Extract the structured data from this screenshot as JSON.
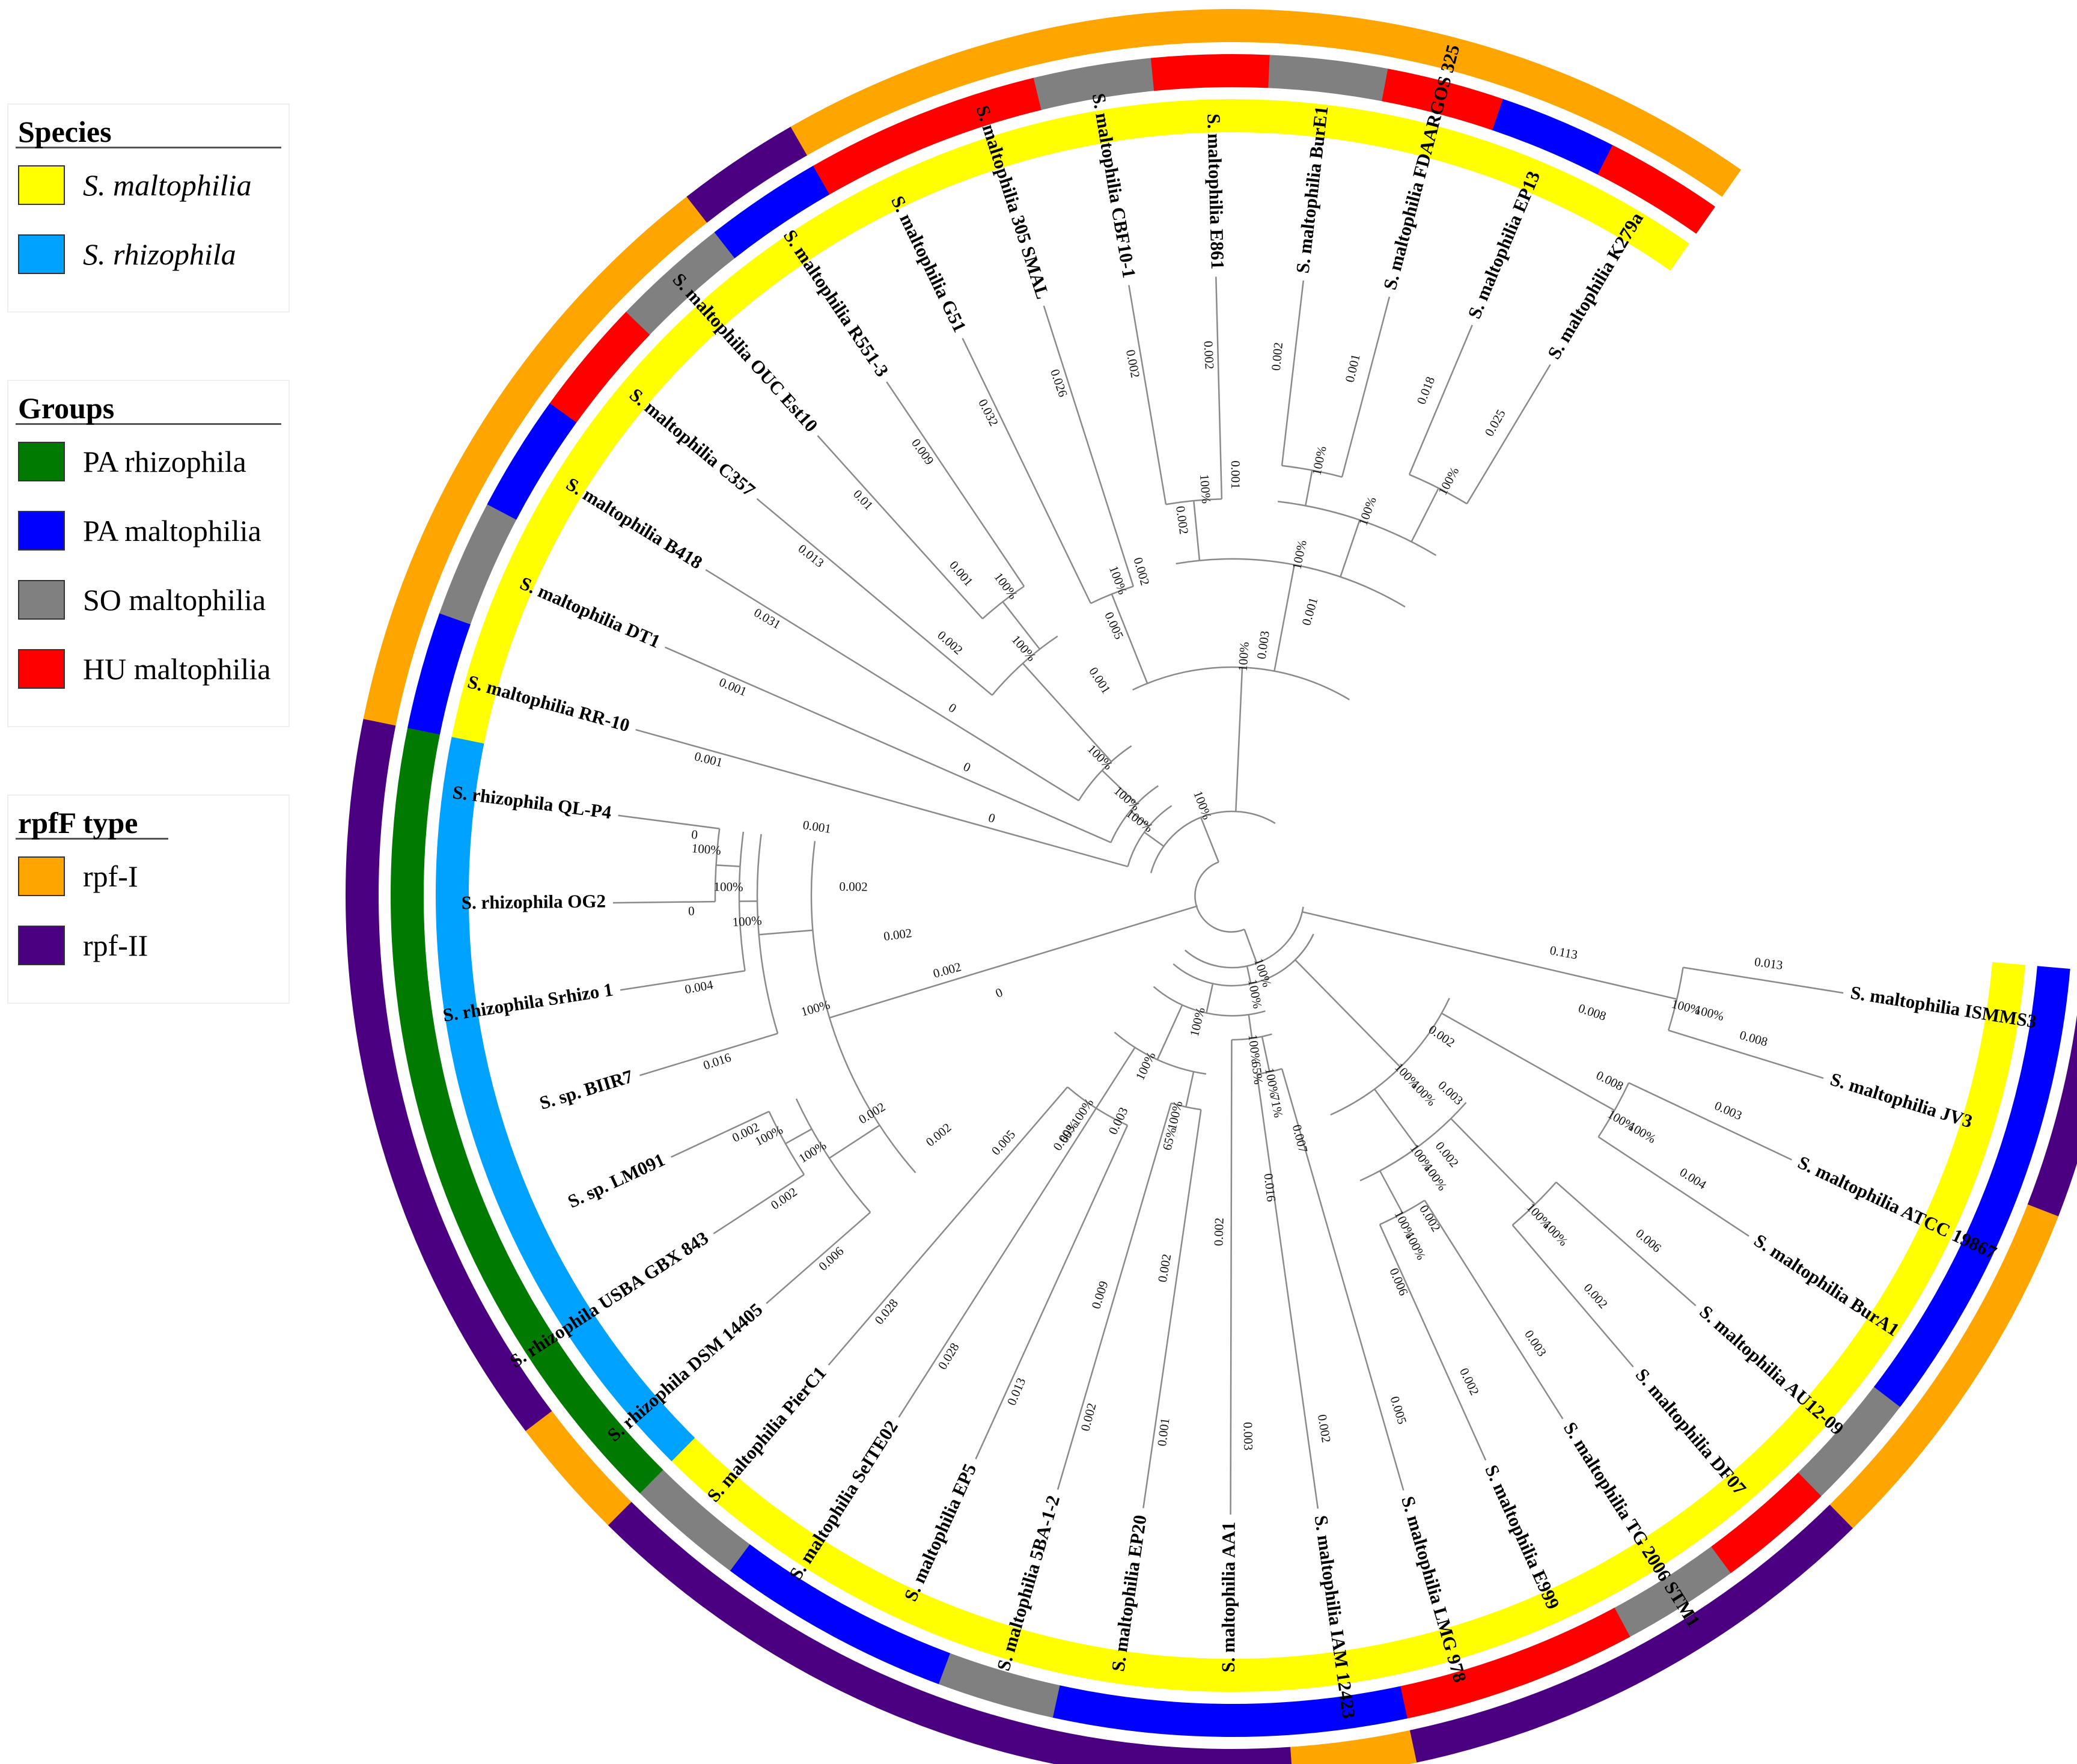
{
  "legends": [
    {
      "title": "Species",
      "italic": true,
      "items": [
        {
          "label": "S. maltophilia",
          "color": "#ffff00"
        },
        {
          "label": "S. rhizophila",
          "color": "#00a2ff"
        }
      ]
    },
    {
      "title": "Groups",
      "italic": false,
      "items": [
        {
          "label": "PA rhizophila",
          "color": "#007a00"
        },
        {
          "label": "PA maltophilia",
          "color": "#0000ff"
        },
        {
          "label": "SO maltophilia",
          "color": "#808080"
        },
        {
          "label": "HU maltophilia",
          "color": "#ff0000"
        }
      ]
    },
    {
      "title": "rpfF type",
      "italic": false,
      "items": [
        {
          "label": "rpf-I",
          "color": "#ffa500"
        },
        {
          "label": "rpf-II",
          "color": "#4b0082"
        }
      ]
    }
  ],
  "tree": {
    "leaves": [
      {
        "name": "S. maltophilia ISMMS3",
        "group": "PA maltophilia",
        "rpf": "rpf-II"
      },
      {
        "name": "S. maltophilia JV3",
        "group": "PA maltophilia",
        "rpf": "rpf-II"
      },
      {
        "name": "S. maltophilia ATCC 19867",
        "group": "PA maltophilia",
        "rpf": "rpf-I"
      },
      {
        "name": "S. maltophilia BurA1",
        "group": "PA maltophilia",
        "rpf": "rpf-I"
      },
      {
        "name": "S. maltophilia AU12-09",
        "group": "SO maltophilia",
        "rpf": "rpf-I"
      },
      {
        "name": "S. maltophilia DF07",
        "group": "HU maltophilia",
        "rpf": "rpf-II"
      },
      {
        "name": "S. maltophilia TG 2006 STM1",
        "group": "SO maltophilia",
        "rpf": "rpf-II"
      },
      {
        "name": "S. maltophilia E999",
        "group": "HU maltophilia",
        "rpf": "rpf-II"
      },
      {
        "name": "S. maltophilia LMG 978",
        "group": "HU maltophilia",
        "rpf": "rpf-II"
      },
      {
        "name": "S. maltophilia IAM 12423",
        "group": "PA maltophilia",
        "rpf": "rpf-I"
      },
      {
        "name": "S. maltophilia AA1",
        "group": "PA maltophilia",
        "rpf": "rpf-II"
      },
      {
        "name": "S. maltophilia EP20",
        "group": "PA maltophilia",
        "rpf": "rpf-II"
      },
      {
        "name": "S. maltophilia 5BA-1-2",
        "group": "SO maltophilia",
        "rpf": "rpf-II"
      },
      {
        "name": "S. maltophilia EP5",
        "group": "PA maltophilia",
        "rpf": "rpf-II"
      },
      {
        "name": "S. maltophilia SeITE02",
        "group": "PA maltophilia",
        "rpf": "rpf-II"
      },
      {
        "name": "S. maltophilia PierC1",
        "group": "SO maltophilia",
        "rpf": "rpf-II"
      },
      {
        "name": "S. rhizophila DSM 14405",
        "group": "PA rhizophila",
        "rpf": "rpf-I"
      },
      {
        "name": "S. rhizophila USBA GBX 843",
        "group": "PA rhizophila",
        "rpf": "rpf-II"
      },
      {
        "name": "S. sp. LM091",
        "group": "PA rhizophila",
        "rpf": "rpf-II"
      },
      {
        "name": "S. sp. BIIR7",
        "group": "PA rhizophila",
        "rpf": "rpf-II"
      },
      {
        "name": "S. rhizophila Srhizo 1",
        "group": "PA rhizophila",
        "rpf": "rpf-II"
      },
      {
        "name": "S. rhizophila OG2",
        "group": "PA rhizophila",
        "rpf": "rpf-II"
      },
      {
        "name": "S. rhizophila QL-P4",
        "group": "PA rhizophila",
        "rpf": "rpf-II"
      },
      {
        "name": "S. maltophilia RR-10",
        "group": "PA maltophilia",
        "rpf": "rpf-I"
      },
      {
        "name": "S. maltophilia DT1",
        "group": "SO maltophilia",
        "rpf": "rpf-I"
      },
      {
        "name": "S. maltophilia B418",
        "group": "PA maltophilia",
        "rpf": "rpf-I"
      },
      {
        "name": "S. maltophilia C357",
        "group": "HU maltophilia",
        "rpf": "rpf-I"
      },
      {
        "name": "S. maltophilia OUC Est10",
        "group": "SO maltophilia",
        "rpf": "rpf-I"
      },
      {
        "name": "S. maltophilia R551-3",
        "group": "PA maltophilia",
        "rpf": "rpf-II"
      },
      {
        "name": "S. maltophilia G51",
        "group": "HU maltophilia",
        "rpf": "rpf-I"
      },
      {
        "name": "S. maltophilia 305 SMAL",
        "group": "HU maltophilia",
        "rpf": "rpf-I"
      },
      {
        "name": "S. maltophilia CBF10-1",
        "group": "SO maltophilia",
        "rpf": "rpf-I"
      },
      {
        "name": "S. maltophilia E861",
        "group": "HU maltophilia",
        "rpf": "rpf-I"
      },
      {
        "name": "S. maltophilia BurE1",
        "group": "SO maltophilia",
        "rpf": "rpf-I"
      },
      {
        "name": "S. maltophilia FDAARGOS 325",
        "group": "HU maltophilia",
        "rpf": "rpf-I"
      },
      {
        "name": "S. maltophilia EP13",
        "group": "PA maltophilia",
        "rpf": "rpf-I"
      },
      {
        "name": "S. maltophilia K279a",
        "group": "HU maltophilia",
        "rpf": "rpf-I"
      }
    ],
    "branch_labels": [
      "0.013",
      "0.008",
      "0.003",
      "0.004",
      "0.006",
      "0.002",
      "0.003",
      "0.002",
      "0.005",
      "0.002",
      "0.003",
      "0.001",
      "0.002",
      "0.013",
      "0.028",
      "0.028",
      "0.006",
      "0.002",
      "0.002",
      "0.016",
      "0.004",
      "0",
      "0",
      "0.001",
      "0.001",
      "0.031",
      "0.013",
      "0.01",
      "0.009",
      "0.032",
      "0.026",
      "0.002",
      "0.002",
      "0.002",
      "0.001",
      "0.018",
      "0.025",
      "0.113",
      "0.008",
      "0.008",
      "0.002",
      "0.003",
      "0.002",
      "0.002",
      "0.006",
      "0.007",
      "0.016",
      "0.002",
      "0.002",
      "0.009",
      "0.003",
      "0.003",
      "0.005",
      "0.002",
      "0.002",
      "0",
      "0.002",
      "0.002",
      "0.002",
      "0.001",
      "0",
      "0",
      "0",
      "0.002",
      "0.001",
      "0.001",
      "0.005",
      "0.002",
      "0.002",
      "0.001",
      "0.003",
      "0.001"
    ],
    "support_labels": [
      "100%",
      "100%",
      "100%",
      "100%",
      "100%",
      "100%",
      "100%",
      "100%",
      "100%",
      "100%",
      "100%",
      "100%",
      "100%",
      "100%",
      "100%",
      "100%",
      "100%",
      "100%",
      "100%",
      "100%",
      "100%",
      "100%",
      "100%",
      "100%",
      "100%",
      "100%",
      "100%",
      "100%",
      "100%",
      "100%",
      "100%",
      "100%",
      "100%",
      "100%",
      "100%",
      "100%",
      "100%",
      "100%",
      "100%",
      "71%",
      "65%",
      "65%",
      "69%"
    ]
  }
}
